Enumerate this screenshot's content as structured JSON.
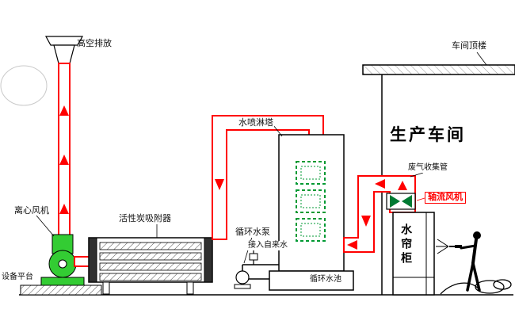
{
  "diagram": {
    "labels": {
      "stack_emission": "高空排放",
      "centrifugal_fan": "离心风机",
      "equipment_platform": "设备平台",
      "activated_carbon_adsorber": "活性炭吸附器",
      "spray_tower": "水喷淋塔",
      "circulation_pump": "循环水泵",
      "tap_water_inlet": "接入自来水",
      "circulation_pool": "循环水池",
      "workshop_roof": "车间顶楼",
      "production_workshop": "生产车间",
      "waste_gas_collection_pipe": "废气收集管",
      "axial_fan": "轴流风机",
      "water_curtain_cabinet": "水帘柜"
    },
    "colors": {
      "duct_red": "#ff0000",
      "fan_green": "#33cc33",
      "panel_green": "#009933",
      "axial_blade_green": "#007a33",
      "line_black": "#000000",
      "background": "#ffffff"
    }
  }
}
